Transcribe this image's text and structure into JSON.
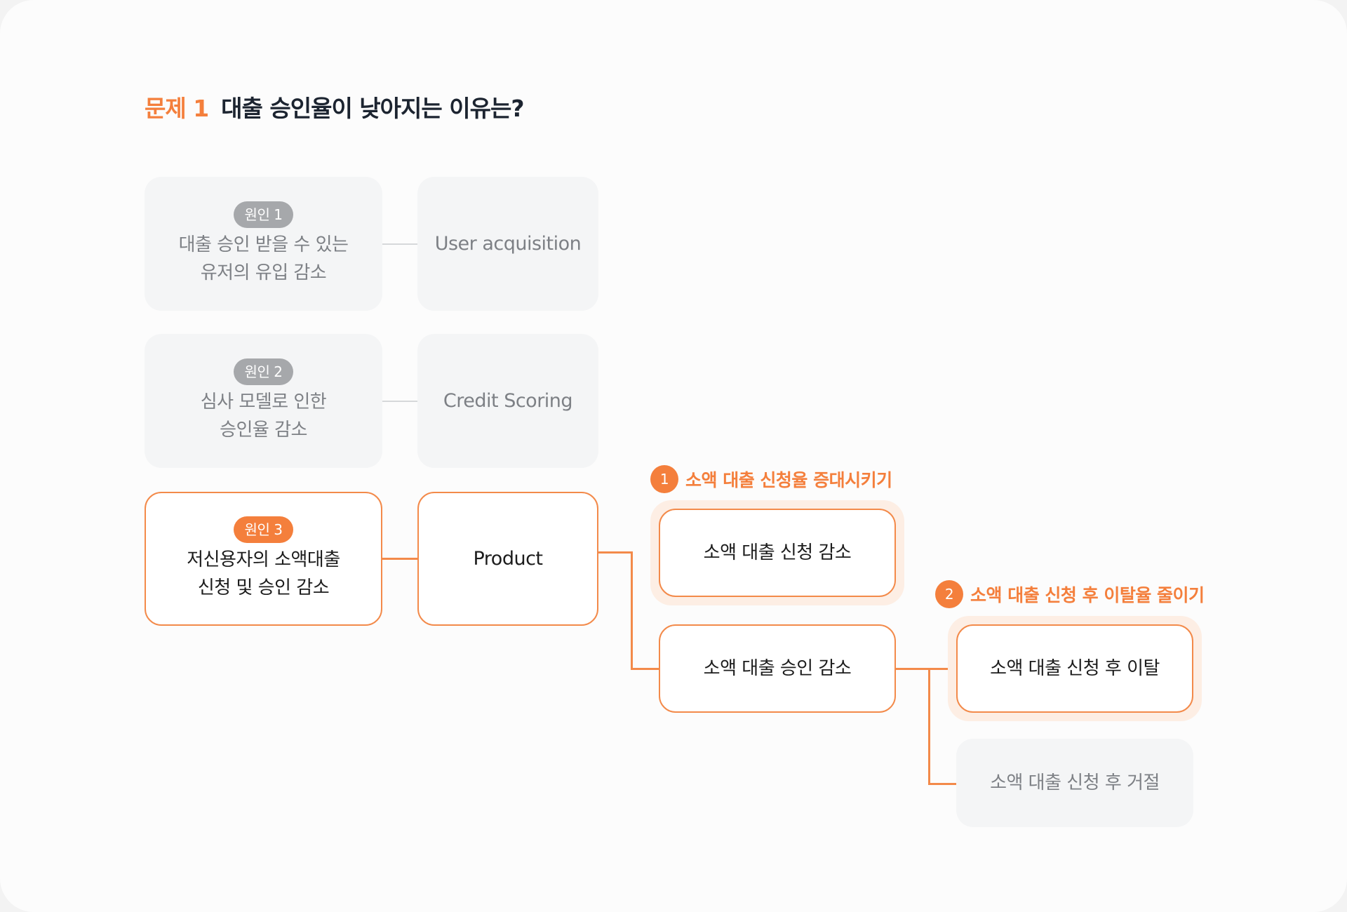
{
  "title": {
    "number": "문제 1",
    "text": "대출 승인율이 낮아지는 이유는?"
  },
  "causes": [
    {
      "badge": "원인 1",
      "line1": "대출 승인 받을 수 있는",
      "line2": "유저의 유입 감소",
      "category": "User acquisition",
      "highlighted": false
    },
    {
      "badge": "원인 2",
      "line1": "심사 모델로 인한",
      "line2": "승인율 감소",
      "category": "Credit Scoring",
      "highlighted": false
    },
    {
      "badge": "원인 3",
      "line1": "저신용자의 소액대출",
      "line2": "신청 및 승인 감소",
      "category": "Product",
      "highlighted": true
    }
  ],
  "branches": {
    "apply_decrease": "소액 대출 신청 감소",
    "approve_decrease": "소액 대출 승인 감소",
    "churn_after_apply": "소액 대출 신청 후 이탈",
    "rejected_after_apply": "소액 대출 신청 후 거절"
  },
  "goals": [
    {
      "number": "1",
      "text": "소액 대출 신청율 증대시키기"
    },
    {
      "number": "2",
      "text": "소액 대출 신청 후 이탈율 줄이기"
    }
  ],
  "colors": {
    "accent": "#f47f3c",
    "gray_box": "#f4f5f6"
  }
}
